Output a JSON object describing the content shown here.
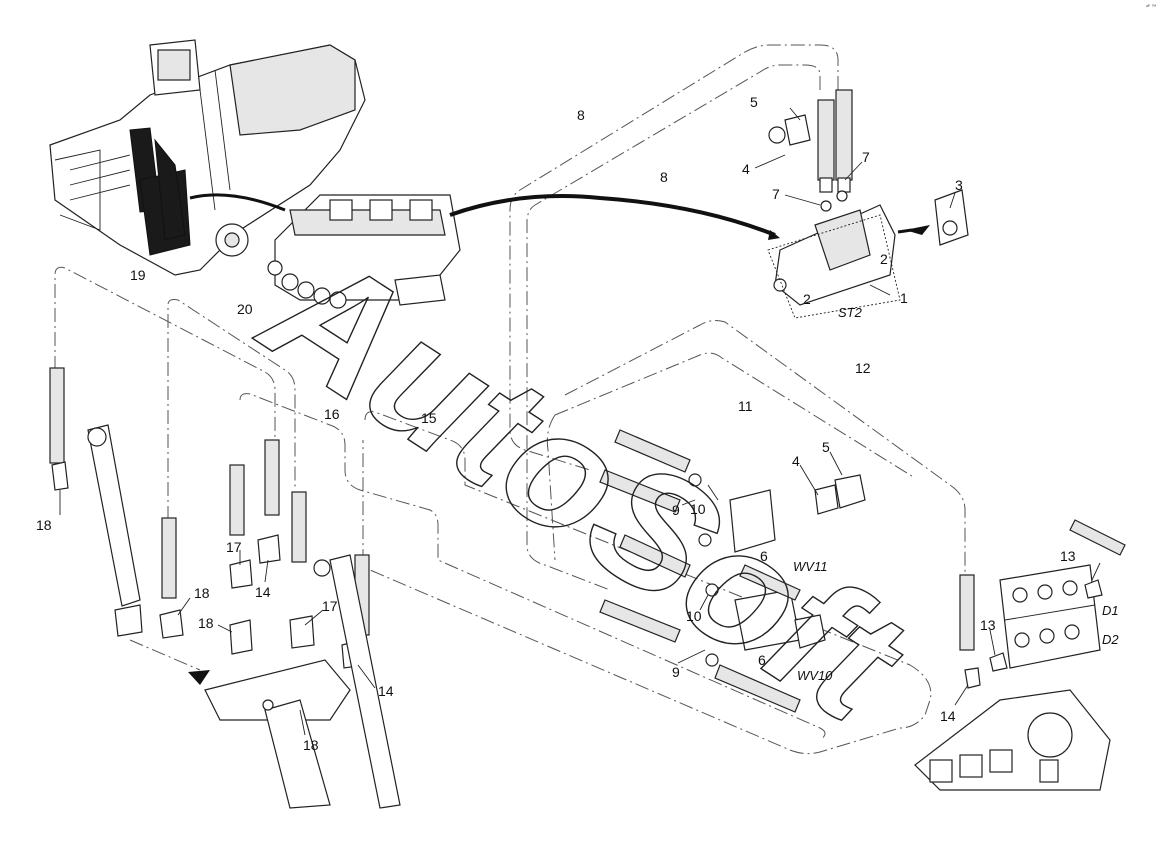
{
  "diagram": {
    "watermark": "AutoSoft",
    "corner_mark": "ᵃᴾ ™",
    "labels": {
      "n1": "1",
      "n2a": "2",
      "n2b": "2",
      "n3": "3",
      "n4a": "4",
      "n4b": "4",
      "n5a": "5",
      "n5b": "5",
      "n6a": "6",
      "n6b": "6",
      "n7a": "7",
      "n7b": "7",
      "n8a": "8",
      "n8b": "8",
      "n9a": "9",
      "n9b": "9",
      "n10a": "10",
      "n10b": "10",
      "n11": "11",
      "n12": "12",
      "n13a": "13",
      "n13b": "13",
      "n14a": "14",
      "n14b": "14",
      "n14c": "14",
      "n15": "15",
      "n16": "16",
      "n17a": "17",
      "n17b": "17",
      "n18a": "18",
      "n18b": "18",
      "n18c": "18",
      "n18d": "18",
      "n19": "19",
      "n20": "20",
      "st2": "ST2",
      "wv10": "WV10",
      "wv11": "WV11",
      "d1": "D1",
      "d2": "D2"
    }
  }
}
